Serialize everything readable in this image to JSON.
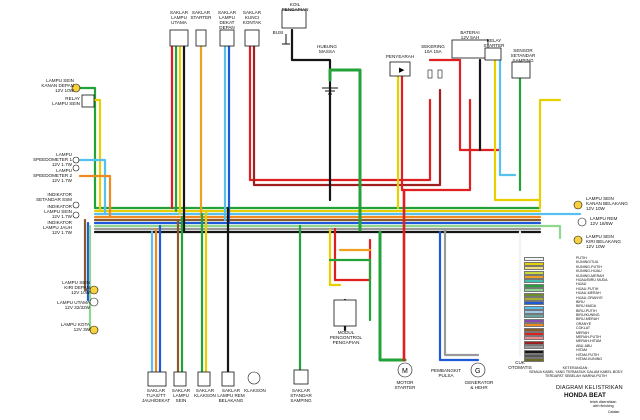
{
  "labels": {
    "saklar_lampu_utama": "SAKLAR\nLAMPU\nUTAMA",
    "saklar_starter": "SAKLAR\nSTARTER",
    "saklar_lampu_dekat": "SAKLAR\nLAMPU DEKAT\nDEPAN",
    "saklar_kunci_kontak": "SAKLAR\nKUNCI\nKONTAK",
    "koil_pengapian": "KOIL\nPENGAPIAN",
    "busi": "BUSI",
    "kabel_massa": "HUBUNG\nMASSA",
    "penyearah": "PENYEARAH",
    "sekering": "SEKERING\n10A 15A",
    "baterai": "BATERAI\n12V 5AH",
    "relay_starter": "RELAY\nSTARTER",
    "sensor": "SENSOR\nSETANDAR\nSAMPING",
    "lampu_sein_kanan_depan": "LAMPU SEIN\nKANAN DEPAN\n12V 10W",
    "relay_lampu_sein": "RELAY\nLAMPU SEIN",
    "lampu_speedometer": "LAMPU\nSPEEDOMETER 1\n12V 1.7W",
    "lampu_speedometer2": "LAMPU\nSPEEDOMETER 2\n12V 1.7W",
    "indikator_setandar": "INDIKATOR\nSETANDAR SSM",
    "indikator_lampu_sein": "INDIKATOR\nLAMPU SEIN\n12V 1.7W",
    "indikator_lampu_jauh": "INDIKATOR\nLAMPU JAUH\n12V 1.7W",
    "lampu_sein_kiri_depan": "LAMPU SEIN\nKIRI DEPAN\n12V 10W",
    "lampu_utama": "LAMPU UTAMA\n12V 32/32W",
    "lampu_kota": "LAMPU KOTA\n12V 3W",
    "lampu_sein_kanan_belakang": "LAMPU SEIN\nKANAN BELAKANG\n12V 10W",
    "lampu_rem": "LAMPU REM\n12V 18/5W",
    "lampu_sein_kiri_belakang": "LAMPU SEIN\nKIRI BELAKANG\n12V 10W",
    "saklar_tuas_jauh": "SAKLAR\nTUAS/TT\nJAUH/DEKAT",
    "saklar_lampu_sein": "SAKLAR\nLAMPU\nSEIN",
    "saklar_klakson": "SAKLAR\nKLAKSON",
    "saklar_lampu_rem": "SAKLAR\nLAMPU REM\nBELAKANG",
    "klakson": "KLAKSON",
    "saklar_standar": "SAKLAR\nSTANDAR\nSAMPING",
    "modul": "MODUL\nPENGONTROL\nPENGAPIAN",
    "motor_starter": "MOTOR\nSTARTER",
    "pembangkit_pulsa": "PEMBANGKIT\nPULSA",
    "generator": "GENERATOR\n& HEHR",
    "cuk_otomatis": "CUK\nOTOMATIS"
  },
  "legend": [
    {
      "name": "PUTIH",
      "color": "#f2f2f2"
    },
    {
      "name": "KUNING/TUA",
      "color": "#e8d000"
    },
    {
      "name": "KUNING-PUTIH",
      "color": "#f1e07a"
    },
    {
      "name": "KUNING-HIJAU",
      "color": "#c8dc3a"
    },
    {
      "name": "KUNING-MERAH",
      "color": "#f0a020"
    },
    {
      "name": "HIJAU/BIRU MUDA",
      "color": "#3fc0b0"
    },
    {
      "name": "HIJAU",
      "color": "#23a23a"
    },
    {
      "name": "HIJAU-PUTIH",
      "color": "#8fd68f"
    },
    {
      "name": "HIJAU-MERAH",
      "color": "#6a8e2a"
    },
    {
      "name": "HIJAU-ORANYE",
      "color": "#a8b030"
    },
    {
      "name": "BIRU",
      "color": "#1e5ad8"
    },
    {
      "name": "BIRU MUDA",
      "color": "#56c0ee"
    },
    {
      "name": "BIRU-PUTIH",
      "color": "#9cc8f0"
    },
    {
      "name": "BIRU/KUNING",
      "color": "#6aa6a0"
    },
    {
      "name": "BIRU-MERAH",
      "color": "#8a4ab0"
    },
    {
      "name": "ORANYE",
      "color": "#f08a20"
    },
    {
      "name": "COKLAT",
      "color": "#8a5a2a"
    },
    {
      "name": "MERAH",
      "color": "#e02020"
    },
    {
      "name": "MERAH-PUTIH",
      "color": "#f08a8a"
    },
    {
      "name": "MERAH-HITAM",
      "color": "#a02020"
    },
    {
      "name": "ABU-ABU",
      "color": "#9a9a9a"
    },
    {
      "name": "HITAM",
      "color": "#151515"
    },
    {
      "name": "HITAM-PUTIH",
      "color": "#555555"
    },
    {
      "name": "HITAM-KUNING",
      "color": "#6a6a20"
    }
  ],
  "keterangan": "KETERANGAN :\nSEMUA KABEL YANG TERMASUK DALAM KABEL BODY\nTERDAPAT SEBELAH WARNA PUTIH",
  "title": {
    "line1": "DIAGRAM KELISTRIKAN",
    "line2": "HONDA BEAT",
    "line3": "telah diserahkan\noleh finishing",
    "note": "Catatan:"
  }
}
